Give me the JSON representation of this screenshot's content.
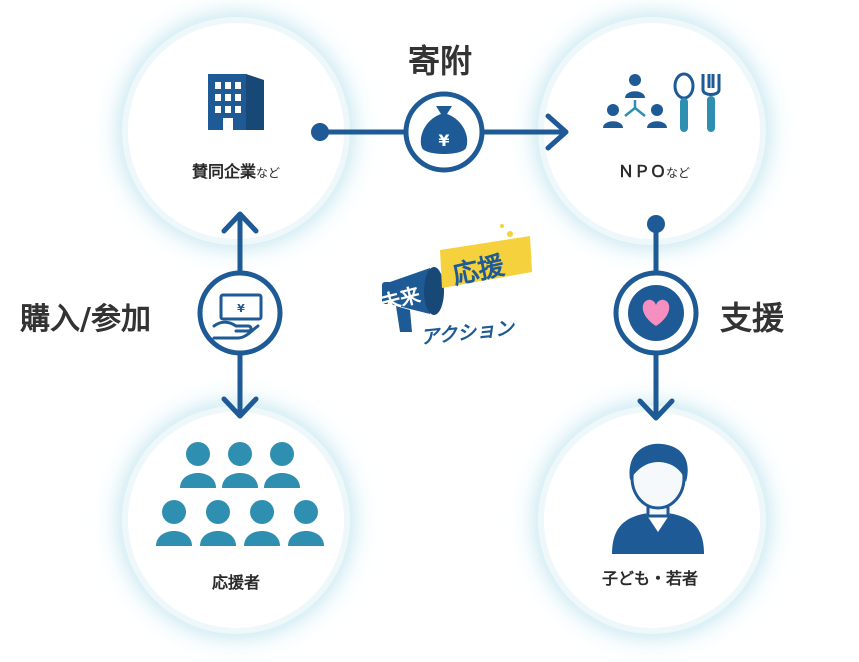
{
  "colors": {
    "primary": "#1e5a96",
    "icon_teal": "#2f8fb1",
    "heart": "#f48fc0",
    "halo": "#d3edf4",
    "logo_yellow": "#f5d23d"
  },
  "nodes": {
    "companies": {
      "label": "賛同企業",
      "suffix": "など",
      "icon": "building-icon"
    },
    "npo": {
      "label": "ＮＰＯ",
      "suffix": "など",
      "icon": "network-and-dining-icons"
    },
    "supporters": {
      "label": "応援者",
      "icon": "crowd-icon"
    },
    "youth": {
      "label": "子ども・若者",
      "icon": "person-icon"
    }
  },
  "flows": {
    "donation": {
      "label": "寄附",
      "icon": "yen-moneybag-icon"
    },
    "support": {
      "label": "支援",
      "icon": "heart-icon"
    },
    "purchase": {
      "label": "購入/参加",
      "icon": "yen-bill-hand-icon"
    }
  },
  "logo": {
    "line1a": "未来",
    "line1b": "応援",
    "line2": "アクション"
  }
}
